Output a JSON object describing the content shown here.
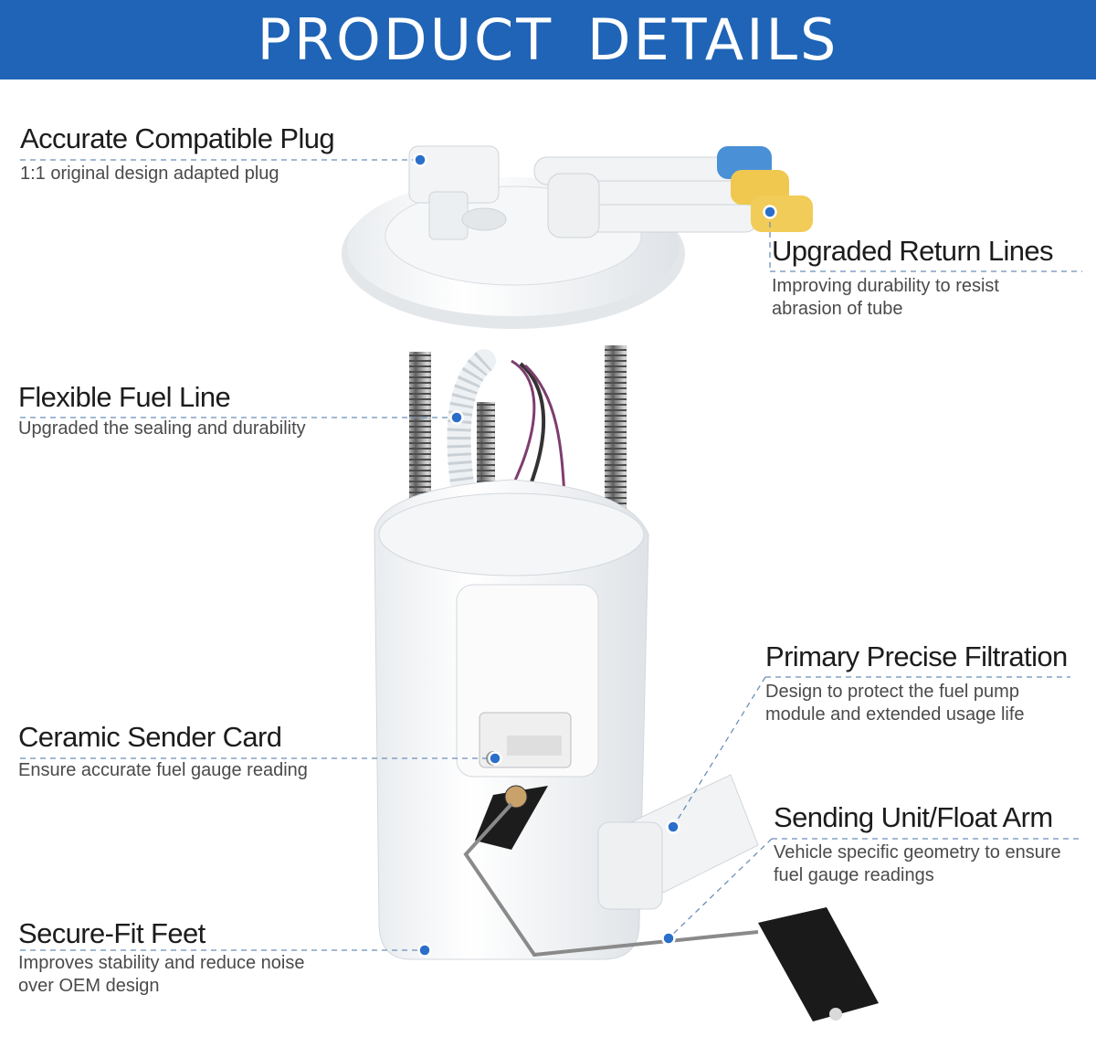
{
  "header": {
    "title": "PRODUCT DETAILS"
  },
  "colors": {
    "banner": "#1f64b6",
    "accent_dot": "#2a6fc9",
    "leader_line": "#6b8fb8"
  },
  "callouts": [
    {
      "title": "Accurate Compatible Plug",
      "desc": "1:1 original design adapted plug"
    },
    {
      "title": "Upgraded Return Lines",
      "desc1": "Improving durability to resist",
      "desc2": "abrasion of tube"
    },
    {
      "title": "Flexible Fuel Line",
      "desc": "Upgraded the sealing and durability"
    },
    {
      "title": "Primary Precise Filtration",
      "desc1": "Design to protect the fuel pump",
      "desc2": "module and extended usage life"
    },
    {
      "title": "Ceramic Sender Card",
      "desc": "Ensure accurate fuel gauge reading"
    },
    {
      "title": "Sending Unit/Float Arm",
      "desc1": "Vehicle specific geometry to ensure",
      "desc2": "fuel gauge readings"
    },
    {
      "title": "Secure-Fit Feet",
      "desc1": "Improves stability and reduce noise",
      "desc2": "over OEM design"
    }
  ]
}
